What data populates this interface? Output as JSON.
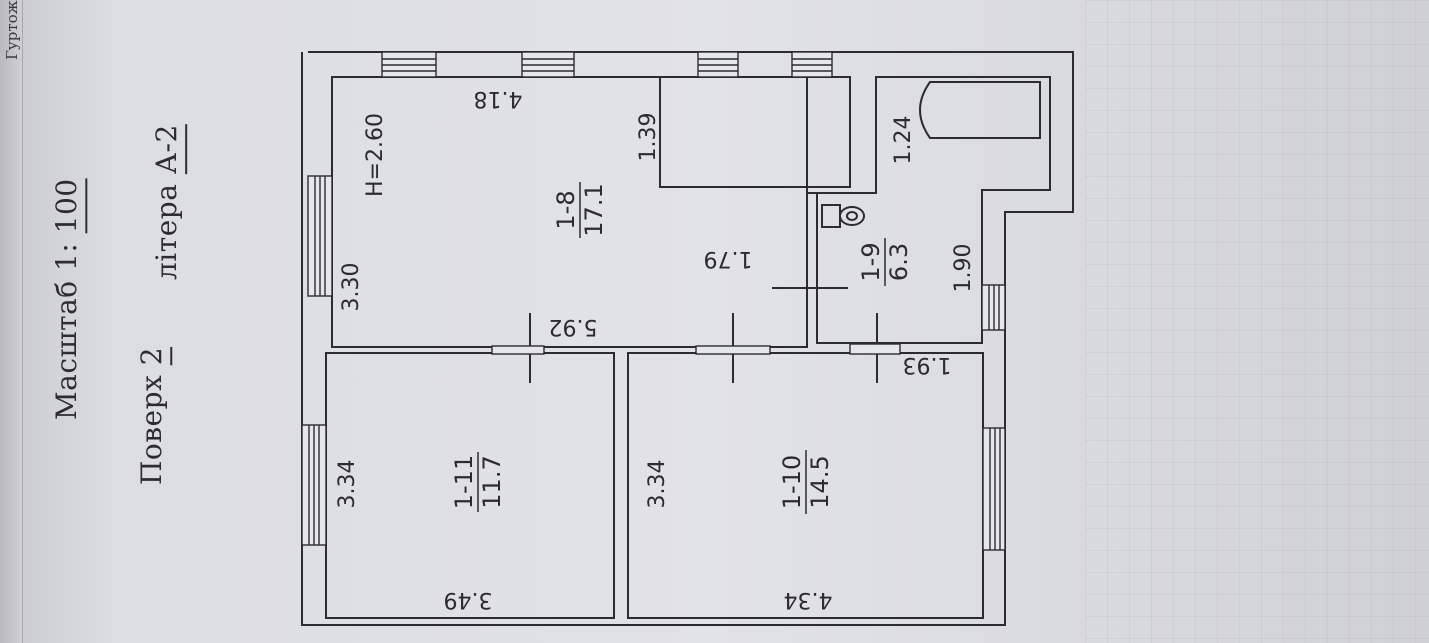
{
  "margin_text": "Гуртожиток, садовий",
  "header": {
    "scale_label": "Масштаб 1:",
    "scale_value": "100",
    "floor_label": "Поверх",
    "floor_value": "2",
    "letter_label": "літера",
    "letter_value": "А-2"
  },
  "plan": {
    "ceiling_height": "H=2.60",
    "rooms": [
      {
        "id": "1-8",
        "area": "17.1"
      },
      {
        "id": "1-9",
        "area": "6.3"
      },
      {
        "id": "1-10",
        "area": "14.5"
      },
      {
        "id": "1-11",
        "area": "11.7"
      }
    ],
    "dimensions": {
      "d_418": "4.18",
      "d_139": "1.39",
      "d_330": "3.30",
      "d_179": "1.79",
      "d_592": "5.92",
      "d_124": "1.24",
      "d_190": "1.90",
      "d_193": "1.93",
      "d_334a": "3.34",
      "d_334b": "3.34",
      "d_349": "3.49",
      "d_434": "4.34"
    }
  },
  "colors": {
    "paper": "#e2e3e5",
    "ink": "#2b2b30"
  }
}
